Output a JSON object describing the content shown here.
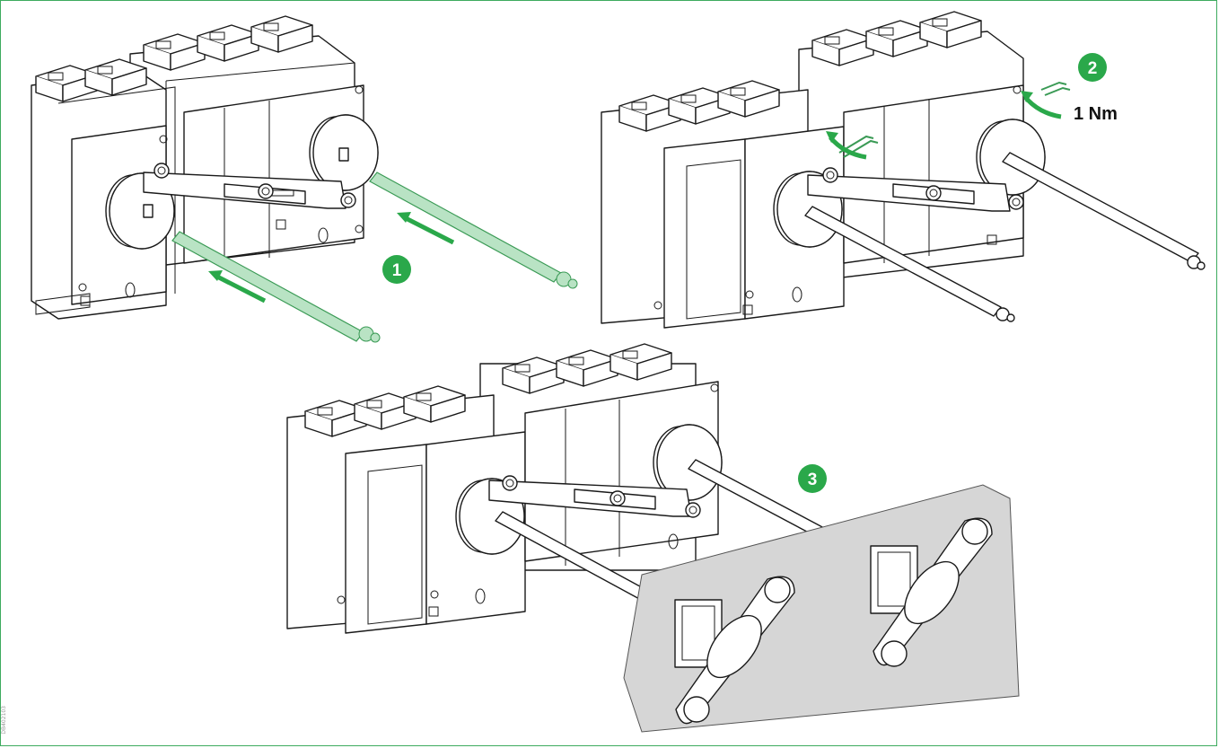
{
  "steps": {
    "step1": "1",
    "step2": "2",
    "step3": "3"
  },
  "torque_label": "1 Nm",
  "side_code": "DB402103",
  "colors": {
    "accent": "#2aa84a",
    "frame": "#3dab5e",
    "rod_highlight": "#b9e3c4",
    "panel_grey": "#d6d6d6"
  }
}
